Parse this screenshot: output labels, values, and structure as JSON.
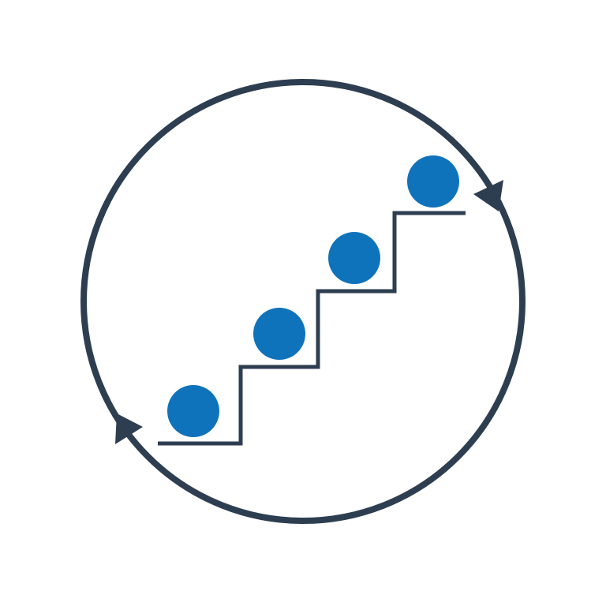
{
  "icon": {
    "subject": "continuous-improvement-cycle-icon",
    "colors": {
      "background": "#ffffff",
      "outline": "#2e3e51",
      "ball": "#0f73bb"
    },
    "elements": {
      "cycle_ring": "cycle-ring",
      "arrowheads": [
        "arrow-top-right-icon",
        "arrow-bottom-left-icon"
      ],
      "staircase": "staircase",
      "balls_count": 4
    }
  }
}
